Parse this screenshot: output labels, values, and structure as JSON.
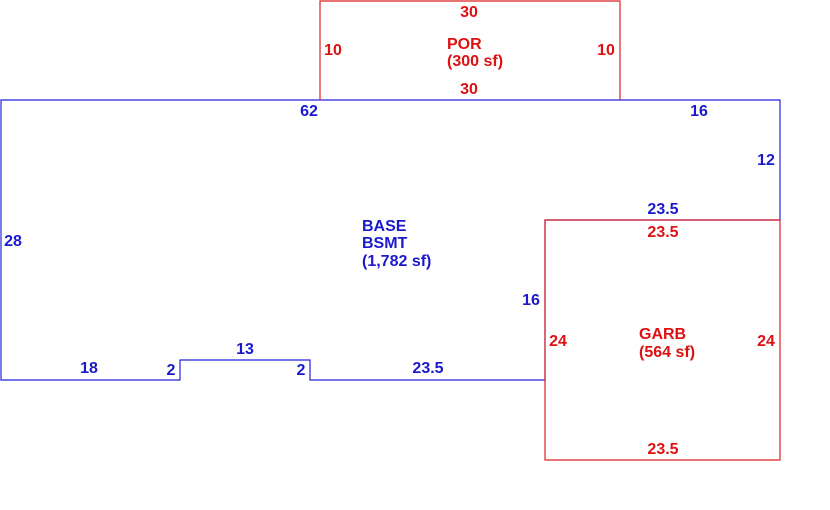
{
  "colors": {
    "base": "#1a1acc",
    "addition": "#dd1111"
  },
  "areas": {
    "por": {
      "name": "POR",
      "area": "(300 sf)"
    },
    "base": {
      "name1": "BASE",
      "name2": "BSMT",
      "area": "(1,782 sf)"
    },
    "garb": {
      "name": "GARB",
      "area": "(564 sf)"
    }
  },
  "dims": {
    "por_top": "30",
    "por_left": "10",
    "por_right": "10",
    "por_bottom": "30",
    "base_top": "62",
    "base_top_right": "16",
    "base_right": "12",
    "base_step": "23.5",
    "base_left": "28",
    "base_inner_vertical": "16",
    "base_bottom_left": "18",
    "notch_left": "2",
    "notch_top": "13",
    "notch_right": "2",
    "base_bottom_right": "23.5",
    "garb_top": "23.5",
    "garb_left": "24",
    "garb_right": "24",
    "garb_bottom": "23.5"
  }
}
